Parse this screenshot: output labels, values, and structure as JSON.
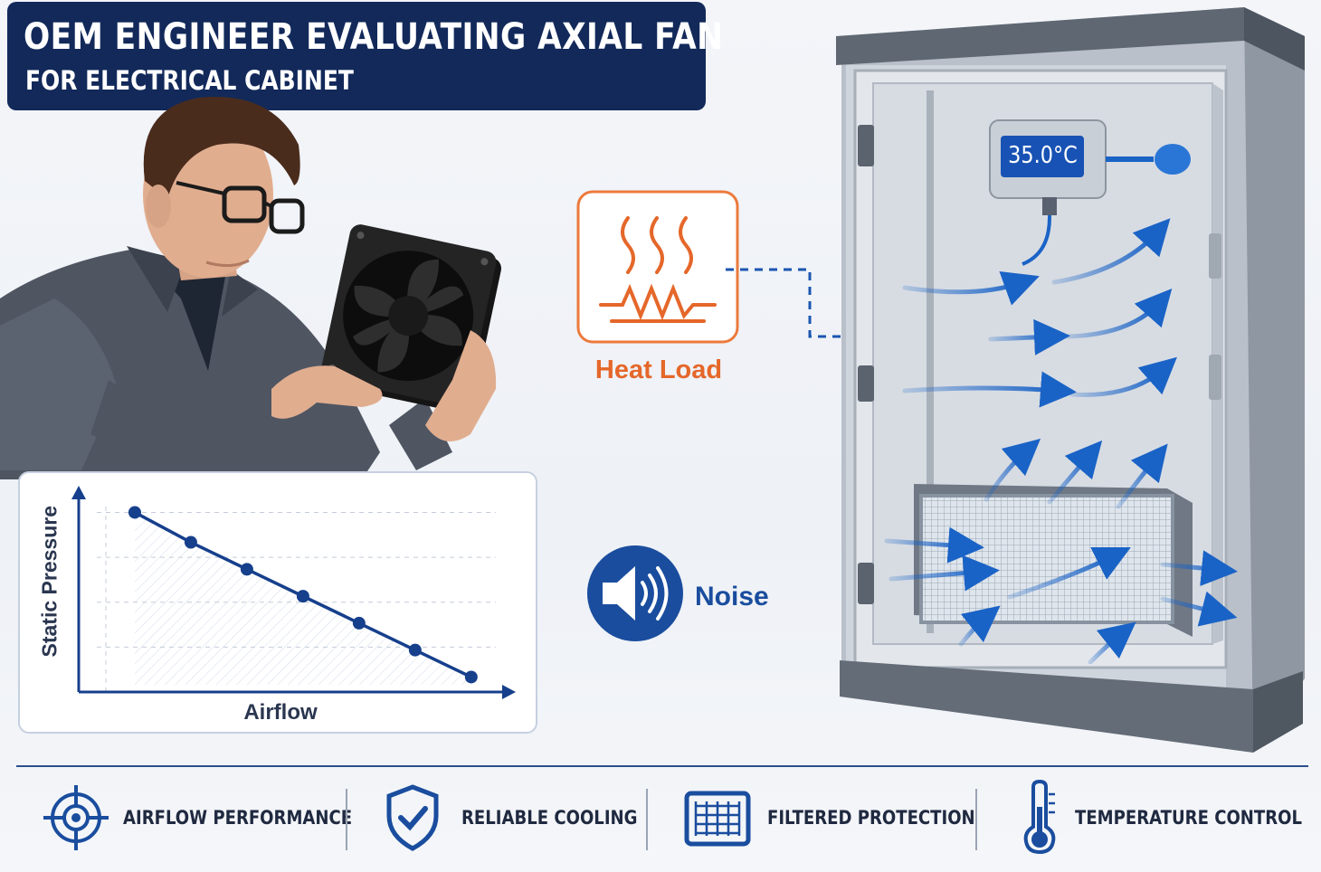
{
  "title": {
    "main": "OEM ENGINEER EVALUATING AXIAL FAN",
    "sub": "FOR ELECTRICAL CABINET"
  },
  "heat_load": {
    "label": "Heat Load",
    "icon": "heat-load-icon",
    "color": "#e5672a"
  },
  "noise": {
    "label": "Noise",
    "icon": "speaker-icon",
    "color": "#1a4d9e"
  },
  "thermostat": {
    "reading": "35.0°C"
  },
  "chart_data": {
    "type": "line",
    "xlabel": "Airflow",
    "ylabel": "Static Pressure",
    "x": [
      1,
      2,
      3,
      4,
      5,
      6,
      7
    ],
    "y": [
      6.0,
      5.0,
      4.1,
      3.2,
      2.3,
      1.4,
      0.5
    ],
    "xlim": [
      0,
      7.6
    ],
    "ylim": [
      0,
      6.8
    ],
    "grid": true,
    "line_color": "#163f8c"
  },
  "features": [
    {
      "label": "AIRFLOW PERFORMANCE",
      "icon": "target-icon"
    },
    {
      "label": "RELIABLE COOLING",
      "icon": "shield-check-icon"
    },
    {
      "label": "FILTERED PROTECTION",
      "icon": "filter-grid-icon"
    },
    {
      "label": "TEMPERATURE CONTROL",
      "icon": "thermometer-icon"
    }
  ],
  "colors": {
    "navy": "#12295a",
    "blue": "#1a63c6",
    "orange": "#e5672a"
  }
}
